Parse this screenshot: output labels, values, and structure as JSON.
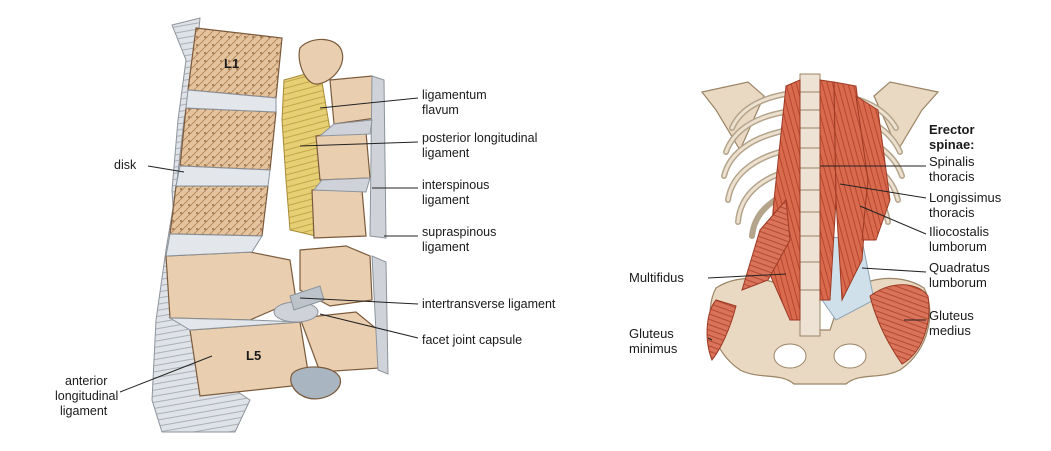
{
  "left_panel": {
    "vertebra_labels": {
      "top": "L1",
      "bottom": "L5"
    },
    "labels": {
      "ligamentum_flavum": [
        "ligamentum",
        "flavum"
      ],
      "posterior_longitudinal": [
        "posterior longitudinal",
        "ligament"
      ],
      "interspinous": [
        "interspinous",
        "ligament"
      ],
      "supraspinous": [
        "supraspinous",
        "ligament"
      ],
      "intertransverse": [
        "intertransverse ligament"
      ],
      "facet_capsule": [
        "facet joint capsule"
      ],
      "disk": [
        "disk"
      ],
      "anterior_longitudinal": [
        "anterior",
        "longitudinal",
        "ligament"
      ]
    }
  },
  "right_panel": {
    "heading": [
      "Erector",
      "spinae:"
    ],
    "labels": {
      "spinalis": [
        "Spinalis",
        "thoracis"
      ],
      "longissimus": [
        "Longissimus",
        "thoracis"
      ],
      "iliocostalis": [
        "Iliocostalis",
        "lumborum"
      ],
      "quadratus": [
        "Quadratus",
        "lumborum"
      ],
      "gluteus_medius": [
        "Gluteus",
        "medius"
      ],
      "multifidus": [
        "Multifidus"
      ],
      "gluteus_minimus": [
        "Gluteus",
        "minimus"
      ]
    }
  },
  "colors": {
    "bone": "#e9cfb0",
    "bone_dark": "#b98d63",
    "disk": "#dfe4ea",
    "ligament_yellow": "#e8d27a",
    "ligament_grey": "#c9cdd3",
    "muscle": "#d86a4e",
    "muscle_light": "#ec9b82"
  }
}
